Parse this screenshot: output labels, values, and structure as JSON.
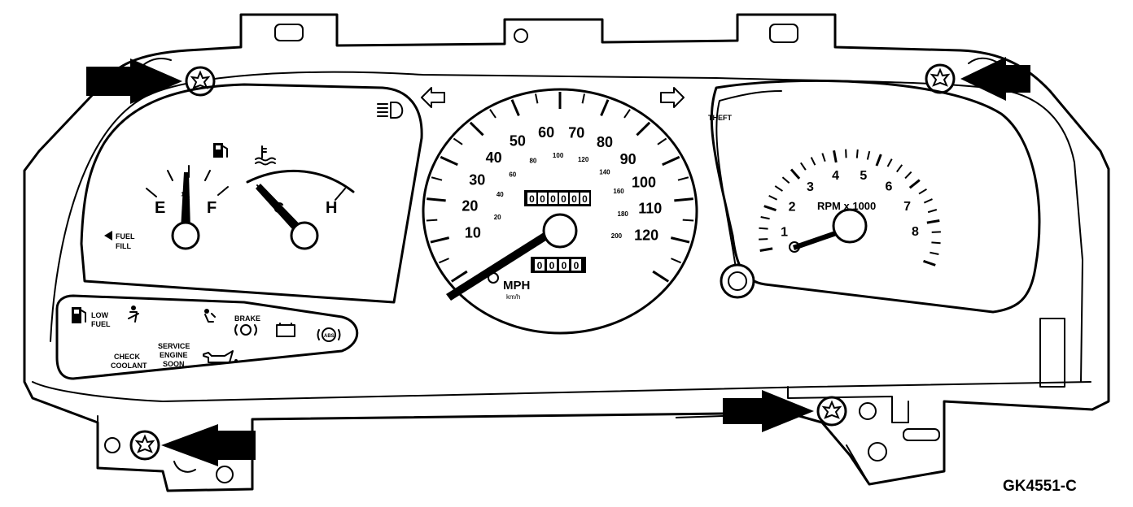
{
  "diagram_id": "GK4551-C",
  "fuel_gauge": {
    "empty": "E",
    "half": "½",
    "full": "F"
  },
  "temp_gauge": {
    "cold": "C",
    "hot": "H"
  },
  "fuel_fill_label": [
    "FUEL",
    "FILL"
  ],
  "speedometer": {
    "mph_ticks": [
      "10",
      "20",
      "30",
      "40",
      "50",
      "60",
      "70",
      "80",
      "90",
      "100",
      "110",
      "120"
    ],
    "kmh_ticks": [
      "20",
      "40",
      "60",
      "80",
      "100",
      "120",
      "140",
      "160",
      "180",
      "200"
    ],
    "unit": "MPH",
    "unit_sub": "km/h",
    "odometer": [
      "0",
      "0",
      "0",
      "0",
      "0",
      "0"
    ],
    "trip": [
      "0",
      "0",
      "0",
      "0"
    ]
  },
  "tachometer": {
    "ticks": [
      "1",
      "2",
      "3",
      "4",
      "5",
      "6",
      "7",
      "8"
    ],
    "label": "RPM x 1000",
    "theft_label": "THEFT"
  },
  "warning_lights": {
    "low_fuel": [
      "LOW",
      "FUEL"
    ],
    "check_coolant": [
      "CHECK",
      "COOLANT"
    ],
    "service_engine": [
      "SERVICE",
      "ENGINE",
      "SOON"
    ],
    "brake": "BRAKE",
    "abs": "ABS"
  },
  "icons": [
    "star-screw-icon",
    "arrow-icon",
    "turn-left-icon",
    "turn-right-icon",
    "headlamp-icon",
    "fuel-pump-icon",
    "thermometer-icon",
    "seatbelt-icon",
    "airbag-icon",
    "oil-can-icon",
    "battery-icon",
    "abs-icon",
    "brake-icon"
  ]
}
